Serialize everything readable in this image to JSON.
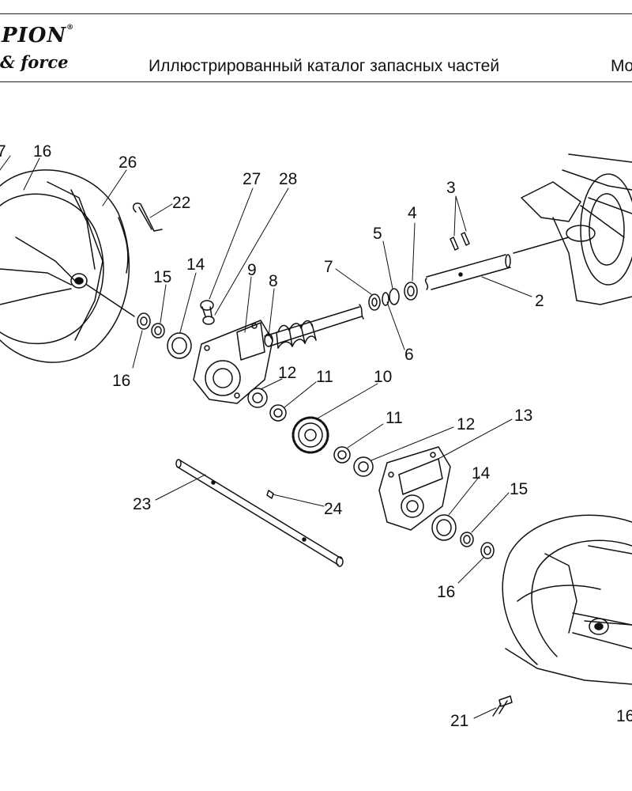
{
  "header": {
    "logo_top": "PION",
    "logo_reg": "®",
    "logo_bottom": "& force",
    "title": "Иллюстрированный каталог запасных частей",
    "model_fragment": "Mo"
  },
  "diagram": {
    "callouts": {
      "c7": "7",
      "c16a": "16",
      "c26": "26",
      "c22": "22",
      "c27": "27",
      "c28": "28",
      "c3": "3",
      "c4": "4",
      "c5": "5",
      "c7b": "7",
      "c9": "9",
      "c8": "8",
      "c14a": "14",
      "c15a": "15",
      "c16b": "16",
      "c12a": "12",
      "c11a": "11",
      "c10": "10",
      "c6": "6",
      "c2": "2",
      "c11b": "11",
      "c12b": "12",
      "c13": "13",
      "c23": "23",
      "c24": "24",
      "c14b": "14",
      "c15b": "15",
      "c16c": "16",
      "c21": "21",
      "c16d": "16"
    }
  }
}
